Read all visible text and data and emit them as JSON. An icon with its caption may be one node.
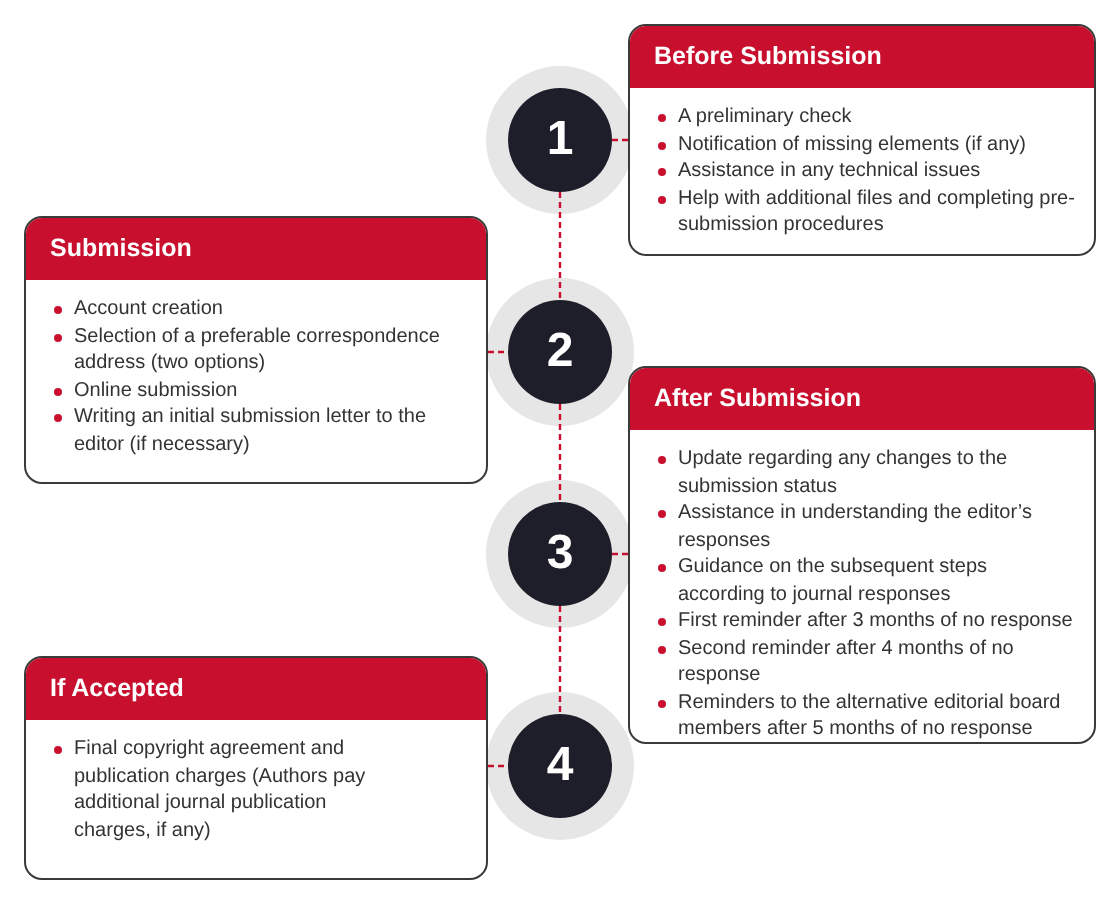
{
  "diagram": {
    "nodes": [
      {
        "text": [
          "Before Submission",
          "A preliminary check",
          "Notification of missing elements (if any)",
          "Assistance in any technical issues",
          "Help with additional files and completing pre-submission procedures"
        ]
      },
      {
        "text": [
          "1"
        ]
      },
      {
        "text": [
          "Submission",
          "Account creation",
          "Selection of a preferable correspondence address (two options)",
          "Online submission",
          "Writing an initial submission letter to the editor (if necessary)"
        ]
      },
      {
        "text": [
          "2"
        ]
      },
      {
        "text": [
          "After Submission",
          "Update regarding any changes to the submission status",
          "Assistance in understanding the editor’s responses",
          "Guidance on the subsequent steps according to journal responses",
          "First reminder after 3 months of no response",
          "Second reminder after 4 months of no response",
          "Reminders to the alternative editorial board members after 5 months of no response"
        ]
      },
      {
        "text": [
          "3"
        ]
      },
      {
        "text": [
          "If Accepted",
          "Final copyright agreement and publication charges (Authors pay additional journal publication charges, if any)"
        ]
      },
      {
        "text": [
          "4"
        ]
      }
    ],
    "edges": [
      {
        "from": 1,
        "to": 0,
        "arrow": "none",
        "style": "dashed"
      },
      {
        "from": 1,
        "to": 3,
        "arrow": "none",
        "style": "dashed"
      },
      {
        "from": 2,
        "to": 3,
        "arrow": "none",
        "style": "dashed"
      },
      {
        "from": 3,
        "to": 5,
        "arrow": "none",
        "style": "dashed"
      },
      {
        "from": 5,
        "to": 4,
        "arrow": "none",
        "style": "dashed"
      },
      {
        "from": 5,
        "to": 7,
        "arrow": "none",
        "style": "dashed"
      },
      {
        "from": 6,
        "to": 7,
        "arrow": "none",
        "style": "dashed"
      }
    ]
  }
}
